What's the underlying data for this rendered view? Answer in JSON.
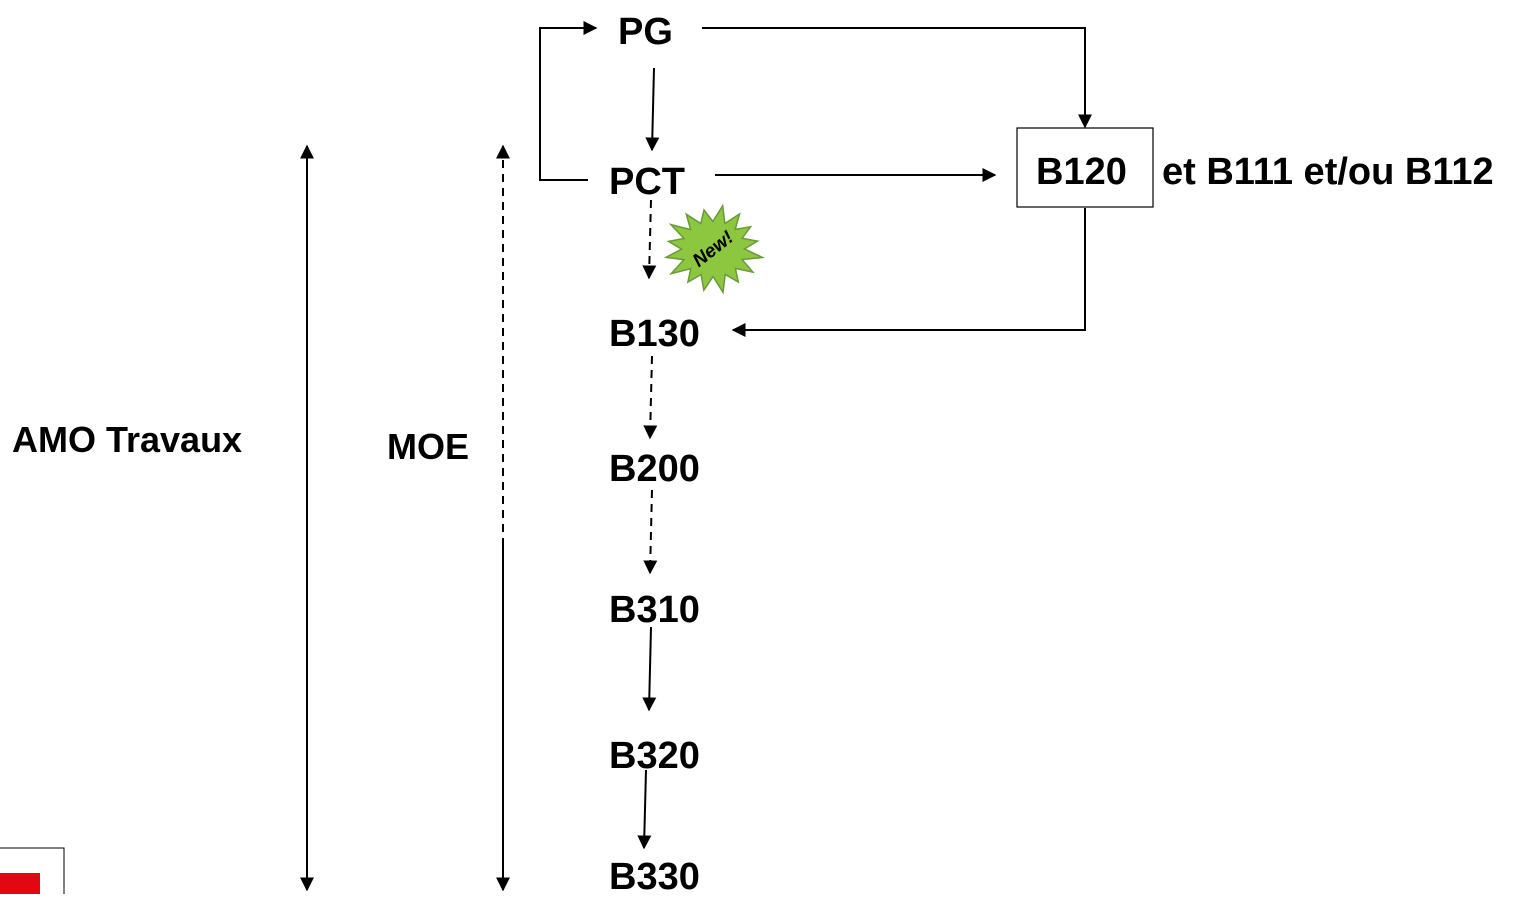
{
  "diagram": {
    "nodes": {
      "pg": "PG",
      "pct": "PCT",
      "b120": "B120",
      "b120_extra": "et B111 et/ou B112",
      "b130": "B130",
      "b200": "B200",
      "b310": "B310",
      "b320": "B320",
      "b330": "B330"
    },
    "side_labels": {
      "amo": "AMO Travaux",
      "moe": "MOE"
    },
    "badge": {
      "text": "New!",
      "fill_color": "#8dc63f",
      "edge_color": "#6a9a3a"
    },
    "logo": {
      "accent_color": "#e30613"
    },
    "edges": [
      {
        "from": "PG",
        "to": "PCT",
        "style": "solid"
      },
      {
        "from": "PCT",
        "to": "PG",
        "style": "solid"
      },
      {
        "from": "PG",
        "to": "B120",
        "style": "solid"
      },
      {
        "from": "PCT",
        "to": "B120",
        "style": "solid"
      },
      {
        "from": "B120",
        "to": "B130",
        "style": "solid"
      },
      {
        "from": "PCT",
        "to": "B130",
        "style": "dashed"
      },
      {
        "from": "B130",
        "to": "B200",
        "style": "dashed"
      },
      {
        "from": "B200",
        "to": "B310",
        "style": "dashed"
      },
      {
        "from": "B310",
        "to": "B320",
        "style": "solid"
      },
      {
        "from": "B320",
        "to": "B330",
        "style": "solid"
      }
    ]
  }
}
